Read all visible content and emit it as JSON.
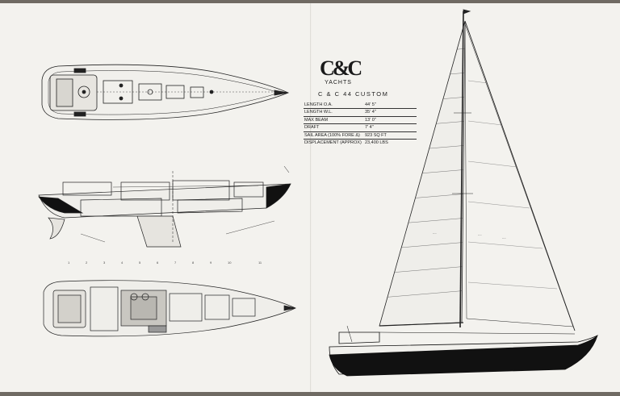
{
  "brand": {
    "logo": "C&C",
    "sub": "YACHTS"
  },
  "model": "C & C 44 CUSTOM",
  "specs": [
    {
      "label": "LENGTH O.A.",
      "value": "44' 5\""
    },
    {
      "label": "LENGTH W.L.",
      "value": "35' 4\""
    },
    {
      "label": "MAX BEAM",
      "value": "13' 0\""
    },
    {
      "label": "DRAFT",
      "value": "7' 4\""
    },
    {
      "label": "SAIL AREA (100% FORE Δ)",
      "value": "923 SQ FT"
    },
    {
      "label": "DISPLACEMENT (APPROX)",
      "value": "23,400 LBS"
    }
  ],
  "colors": {
    "paper": "#f3f2ee",
    "ink": "#1a1a1a",
    "background": "#6f6a63"
  }
}
